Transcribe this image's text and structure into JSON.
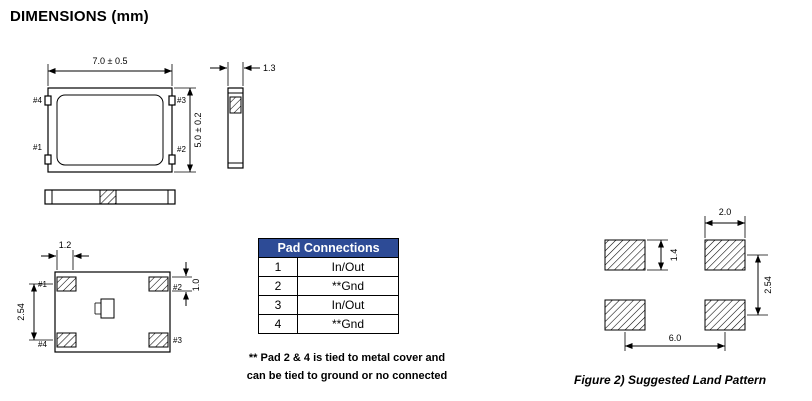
{
  "title": "DIMENSIONS (mm)",
  "top_view": {
    "width_dim": "7.0 ± 0.5",
    "height_dim": "5.0 ± 0.2",
    "pad1": "#1",
    "pad2": "#2",
    "pad3": "#3",
    "pad4": "#4"
  },
  "side_view": {
    "thickness_dim": "1.3"
  },
  "bottom_view": {
    "pad_width_dim": "1.2",
    "pitch_dim": "2.54",
    "pad_height_dim": "1.0",
    "pad1": "#1",
    "pad2": "#2",
    "pad3": "#3",
    "pad4": "#4"
  },
  "pad_table": {
    "header": "Pad Connections",
    "rows": [
      {
        "pad": "1",
        "conn": "In/Out"
      },
      {
        "pad": "2",
        "conn": "**Gnd"
      },
      {
        "pad": "3",
        "conn": "In/Out"
      },
      {
        "pad": "4",
        "conn": "**Gnd"
      }
    ]
  },
  "note": {
    "line1": "** Pad 2 & 4 is tied to metal cover and",
    "line2": "can be tied to ground or no connected"
  },
  "land_pattern": {
    "pad_width_dim": "2.0",
    "pad_height_dim": "1.4",
    "pitch_v_dim": "2.54",
    "pitch_h_dim": "6.0",
    "caption": "Figure 2) Suggested Land Pattern"
  },
  "colors": {
    "table_header_bg": "#2d4b96",
    "table_header_text": "#ffffff",
    "line_color": "#000000"
  }
}
